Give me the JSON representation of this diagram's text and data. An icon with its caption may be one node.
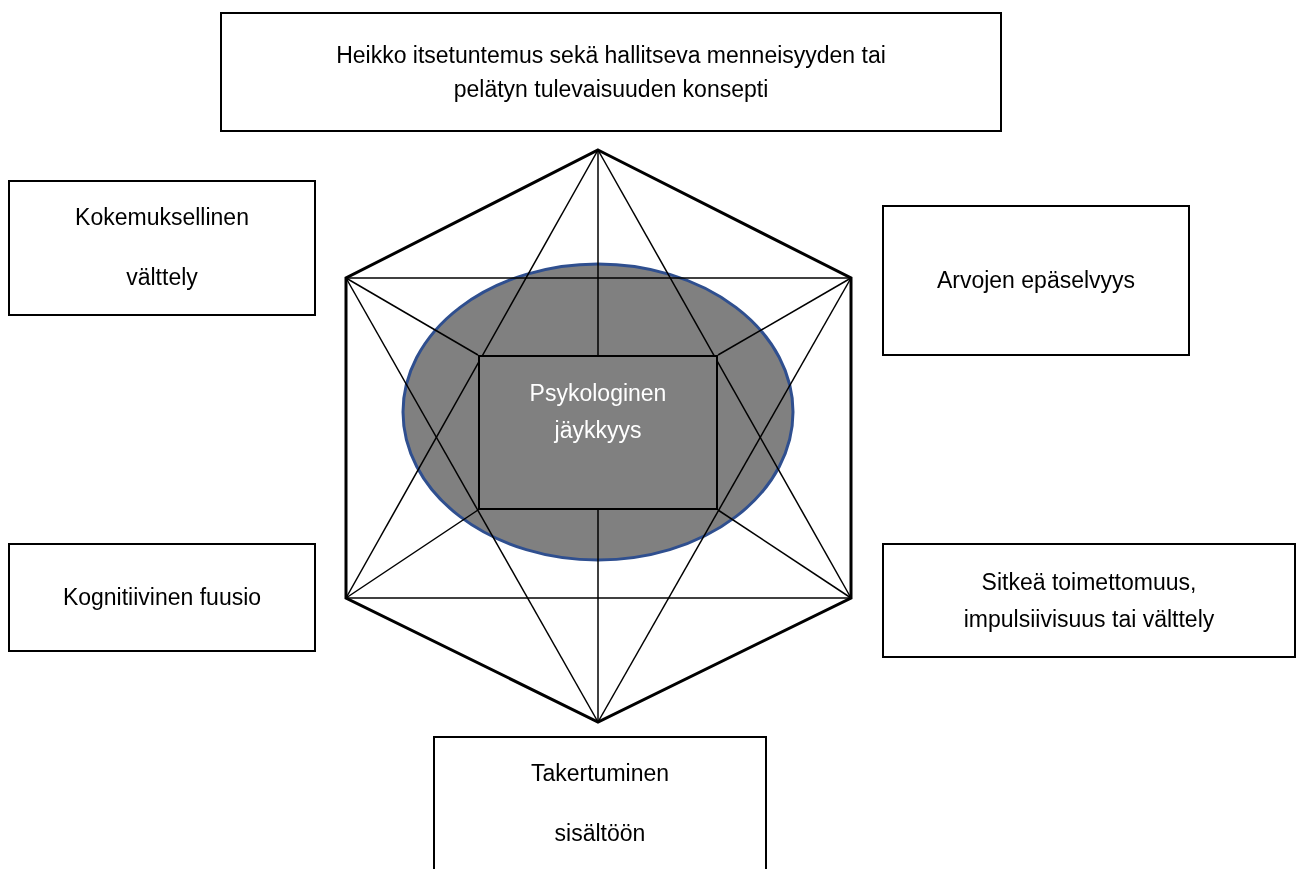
{
  "diagram": {
    "nodes": [
      {
        "text": [
          "Heikko itsetuntemus sekä hallitseva menneisyyden tai pelätyn tulevaisuuden konsepti"
        ]
      },
      {
        "text": [
          "Kokemuksellinen välttely"
        ]
      },
      {
        "text": [
          "Arvojen epäselvyys"
        ]
      },
      {
        "text": [
          "Psykologinen jäykkyys"
        ]
      },
      {
        "text": [
          "Kognitiivinen fuusio"
        ]
      },
      {
        "text": [
          "Sitkeä toimettomuus, impulsiivisuus tai välttely"
        ]
      },
      {
        "text": [
          "Takertuminen sisältöön"
        ]
      }
    ]
  }
}
